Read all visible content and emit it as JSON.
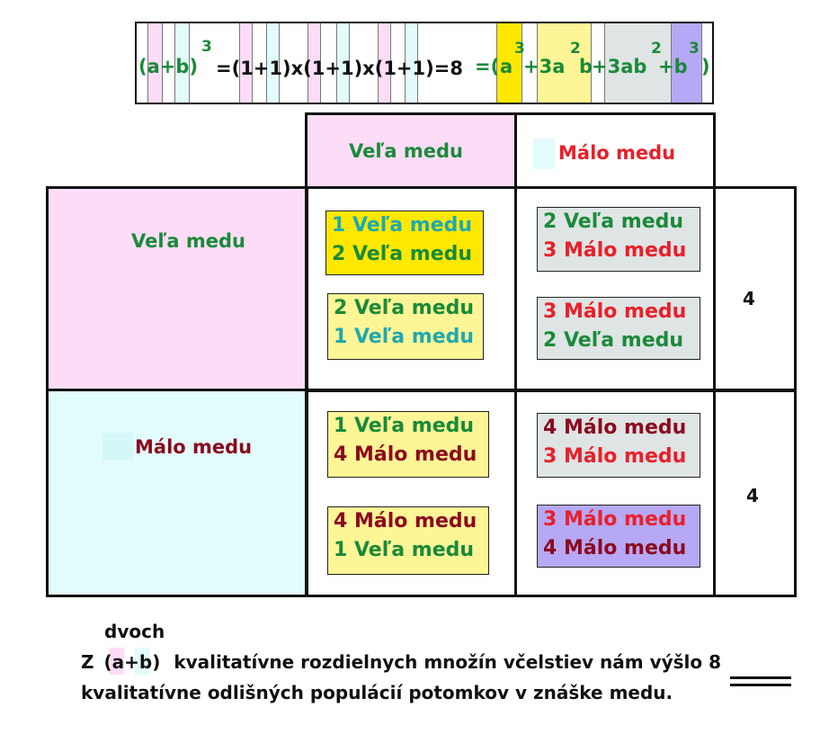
{
  "formula": {
    "lhs_open": "(",
    "lhs_a": "a",
    "lhs_plus": "+",
    "lhs_b": "b",
    "lhs_close": ")",
    "lhs_exp": "3",
    "middle": "=(1+1)x(1+1)x(1+1)=8",
    "rhs_eq": "=(",
    "rhs_t1": "a",
    "rhs_t1_exp": "3",
    "rhs_t2a": "+3a",
    "rhs_t2_exp": "2",
    "rhs_t2b": "b",
    "rhs_t3a": "+3ab",
    "rhs_t3_exp": "2",
    "rhs_t4a": "+b",
    "rhs_t4_exp": "3",
    "rhs_close": ")"
  },
  "headers": {
    "col1": "Veľa medu",
    "col2": "Málo medu",
    "row1": "Veľa medu",
    "row2": "Málo medu"
  },
  "cells": {
    "r1c1a": [
      "1 Veľa medu",
      "2 Veľa medu"
    ],
    "r1c1b": [
      "2 Veľa medu",
      "1 Veľa medu"
    ],
    "r1c2a": [
      "2 Veľa medu",
      "3 Málo medu"
    ],
    "r1c2b": [
      "3 Málo medu",
      "2 Veľa medu"
    ],
    "r2c1a": [
      "1 Veľa medu",
      "4 Málo medu"
    ],
    "r2c1b": [
      "4 Málo medu",
      "1 Veľa medu"
    ],
    "r2c2a": [
      "4 Málo medu",
      "3 Málo medu"
    ],
    "r2c2b": [
      "3 Málo medu",
      "4 Málo medu"
    ]
  },
  "row_totals": [
    "4",
    "4"
  ],
  "footer": {
    "dvoch": "dvoch",
    "z": "Z",
    "ab_open": "(",
    "ab_a": "a",
    "ab_plus": "+",
    "ab_b": "b",
    "ab_close": ")",
    "line1_rest": "kvalitatívne rozdielnych množín včelstiev nám výšlo 8",
    "line2": "kvalitatívne odlišných populácií potomkov v znáške medu."
  },
  "colors": {
    "green": "#1a8a3a",
    "red": "#e8202a",
    "maroon": "#8b0a1e",
    "pink": "#fcdcf6",
    "lightcyan": "#e2fbfb",
    "yellow": "#fdf596",
    "brightyellow": "#ffe800",
    "grey": "#dfe4e4",
    "purple": "#b6a8f5"
  }
}
